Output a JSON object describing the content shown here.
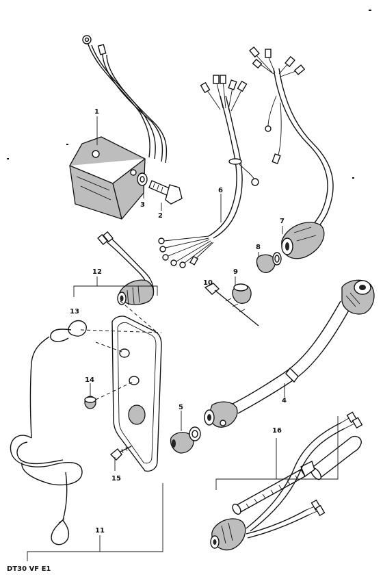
{
  "diagram": {
    "caption": "DT30 VF E1",
    "callouts": [
      "1",
      "2",
      "3",
      "4",
      "5",
      "6",
      "7",
      "8",
      "9",
      "10",
      "11",
      "12",
      "13",
      "14",
      "15",
      "16"
    ]
  }
}
